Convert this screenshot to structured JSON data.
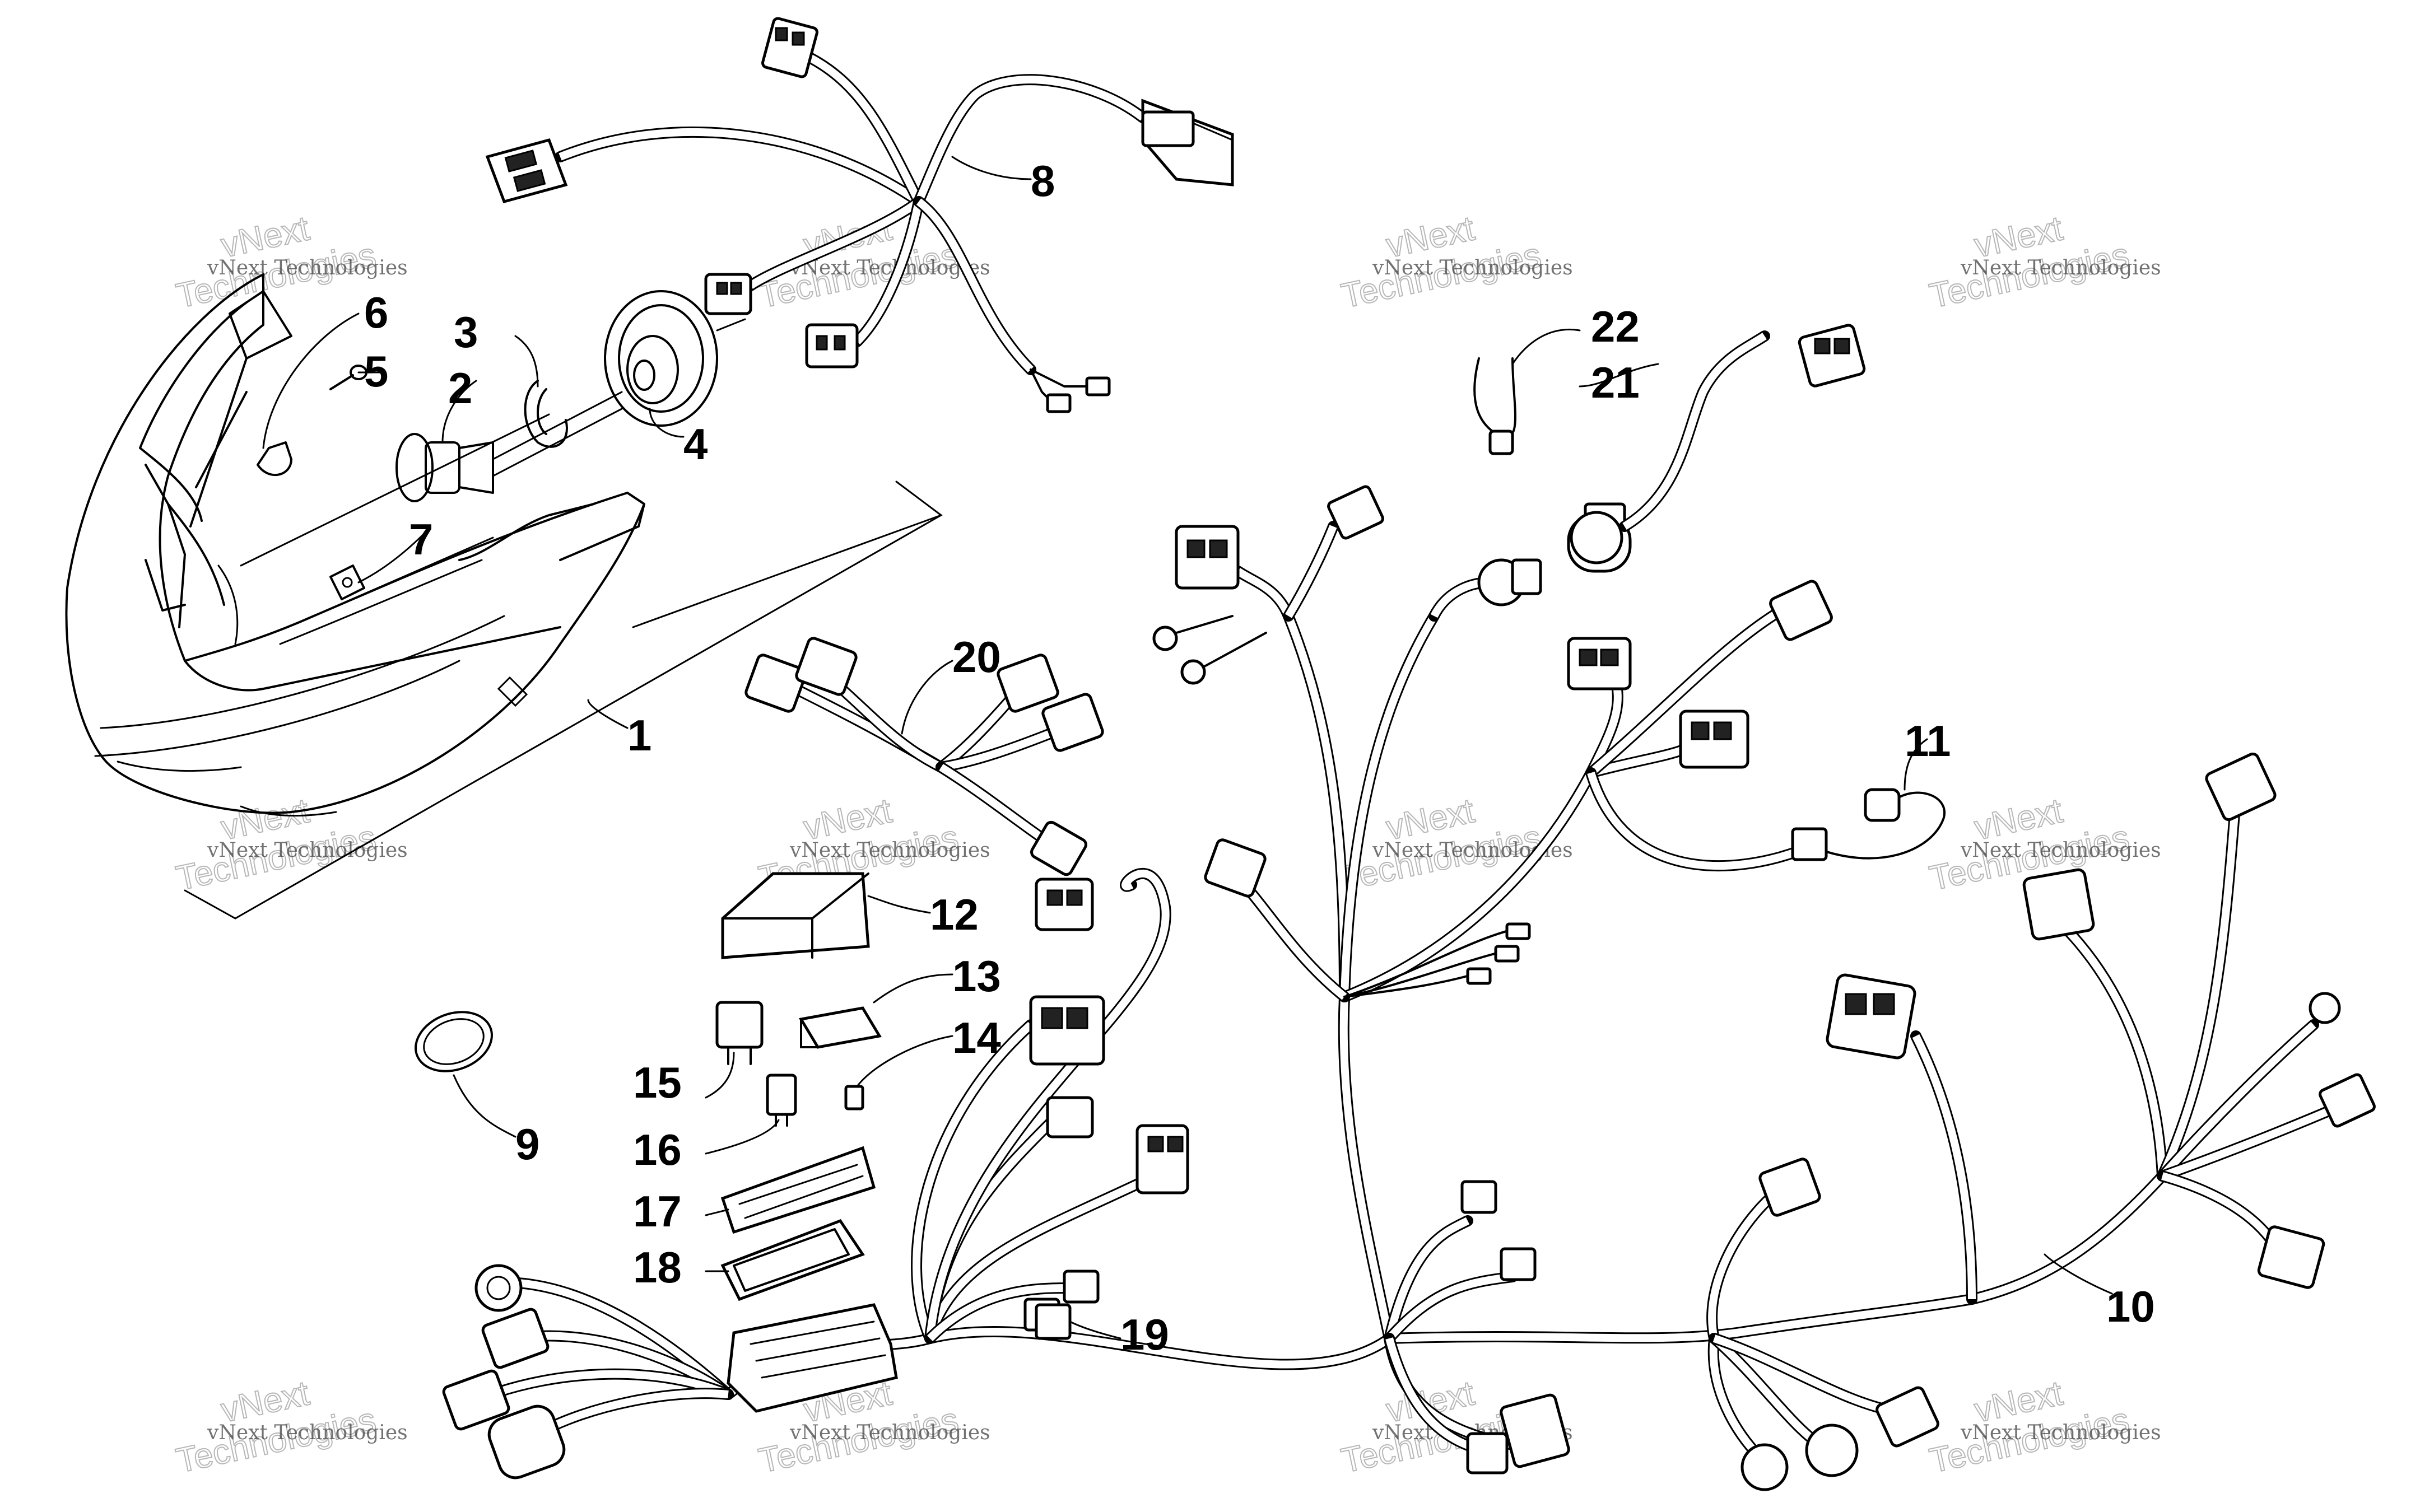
{
  "callouts": [
    {
      "id": "1",
      "text": "1"
    },
    {
      "id": "2",
      "text": "2"
    },
    {
      "id": "3",
      "text": "3"
    },
    {
      "id": "4",
      "text": "4"
    },
    {
      "id": "5",
      "text": "5"
    },
    {
      "id": "6",
      "text": "6"
    },
    {
      "id": "7",
      "text": "7"
    },
    {
      "id": "8",
      "text": "8"
    },
    {
      "id": "9",
      "text": "9"
    },
    {
      "id": "10",
      "text": "10"
    },
    {
      "id": "11",
      "text": "11"
    },
    {
      "id": "12",
      "text": "12"
    },
    {
      "id": "13",
      "text": "13"
    },
    {
      "id": "14",
      "text": "14"
    },
    {
      "id": "15",
      "text": "15"
    },
    {
      "id": "16",
      "text": "16"
    },
    {
      "id": "17",
      "text": "17"
    },
    {
      "id": "18",
      "text": "18"
    },
    {
      "id": "19",
      "text": "19"
    },
    {
      "id": "20",
      "text": "20"
    },
    {
      "id": "21",
      "text": "21"
    },
    {
      "id": "22",
      "text": "22"
    }
  ],
  "watermark": {
    "line1": "vNext Technologies",
    "line2": "vNext",
    "line3": "Technologies"
  }
}
